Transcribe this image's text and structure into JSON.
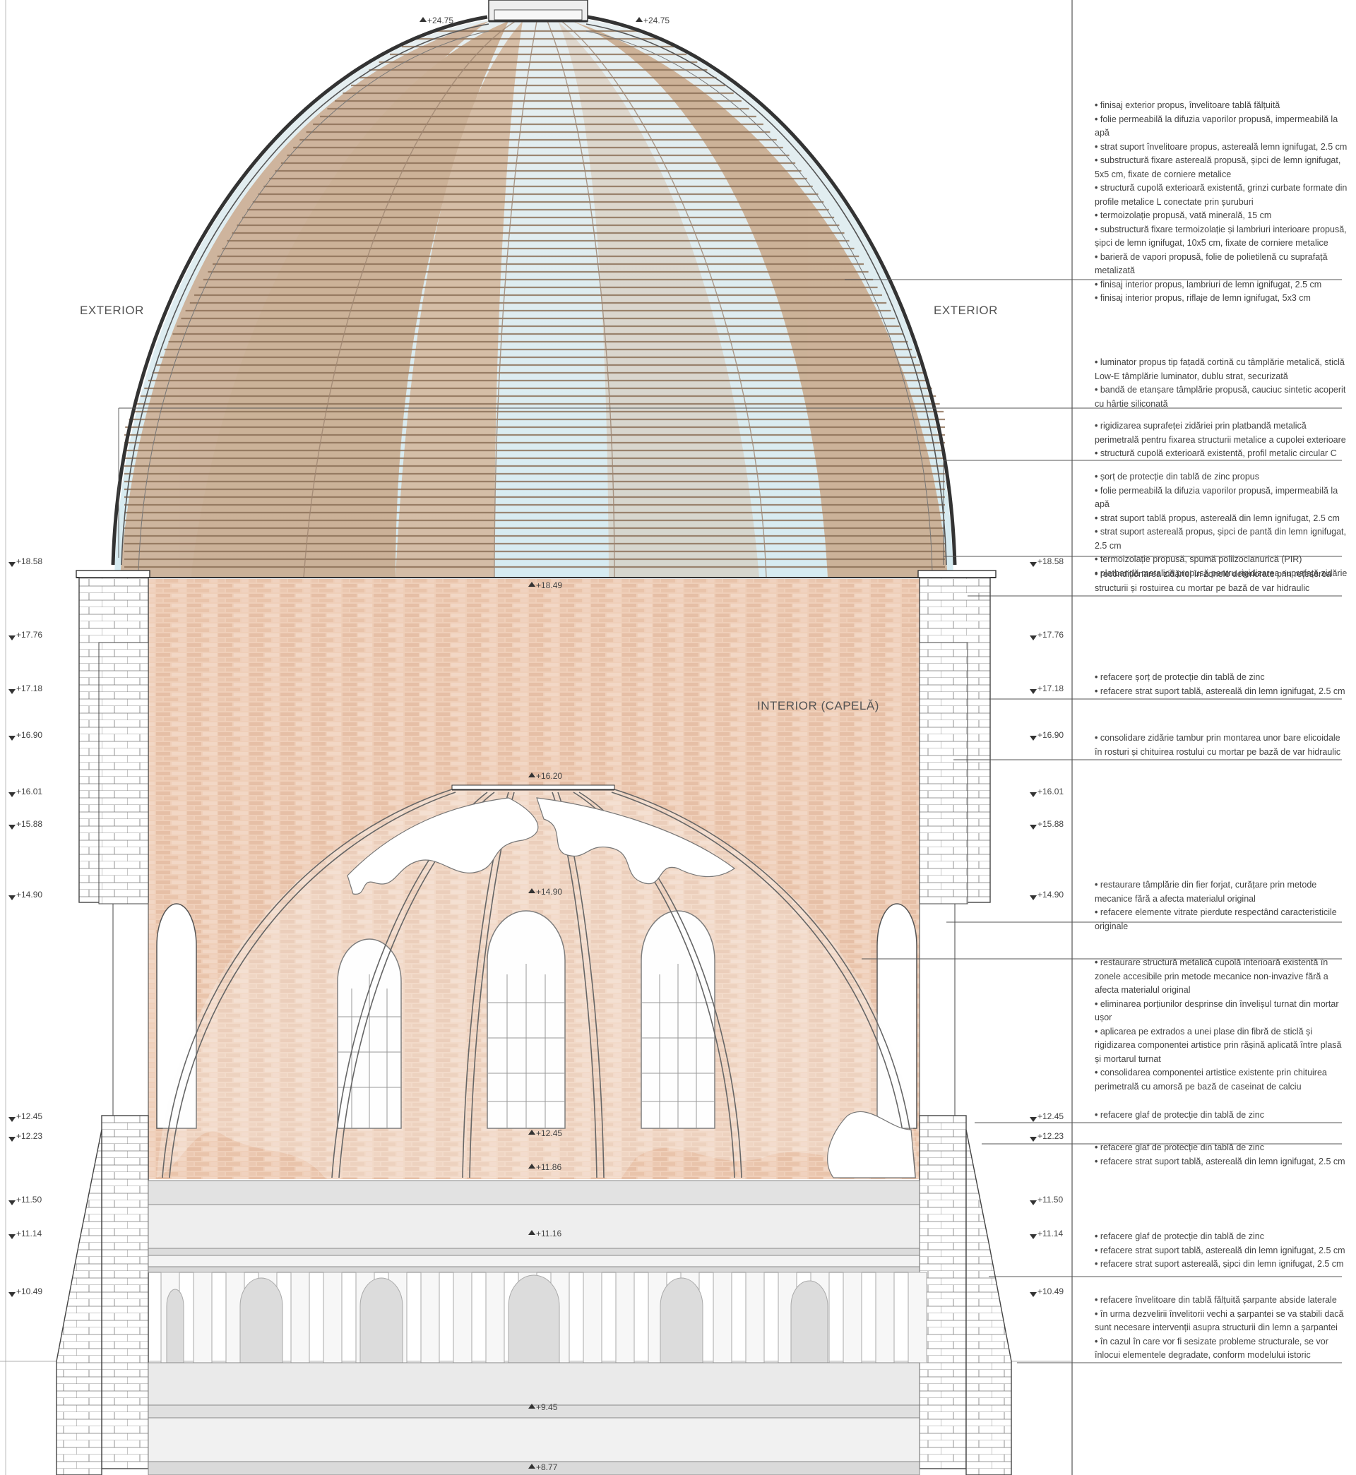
{
  "labels": {
    "exterior_left": "EXTERIOR",
    "exterior_right": "EXTERIOR",
    "interior": "INTERIOR (CAPELĂ)"
  },
  "top_levels": [
    "+24.75",
    "+24.75"
  ],
  "left_levels": [
    "+18.58",
    "+17.76",
    "+17.18",
    "+16.90",
    "+16.01",
    "+15.88",
    "+14.90",
    "+12.45",
    "+12.23",
    "+11.50",
    "+11.14",
    "+10.49"
  ],
  "right_levels": [
    "+18.58",
    "+17.76",
    "+17.18",
    "+16.90",
    "+16.01",
    "+15.88",
    "+14.90",
    "+12.45",
    "+12.23",
    "+11.50",
    "+11.14",
    "+10.49"
  ],
  "center_levels": [
    "+18.49",
    "+16.20",
    "+14.90",
    "+12.45",
    "+11.86",
    "+11.16",
    "+9.45",
    "+8.77"
  ],
  "notes": {
    "g1": [
      "finisaj exterior propus, învelitoare tablă fălțuită",
      "folie permeabilă la difuzia vaporilor propusă, impermeabilă la apă",
      "strat suport învelitoare propus, astereală lemn ignifugat, 2.5 cm",
      "substructură fixare astereală propusă, șipci de lemn ignifugat, 5x5 cm, fixate de corniere metalice",
      "structură cupolă exterioară existentă, grinzi curbate formate din profile metalice L conectate prin șuruburi",
      "termoizolație propusă, vată minerală, 15 cm",
      "substructură fixare termoizolație și lambriuri interioare propusă, șipci de lemn ignifugat, 10x5 cm, fixate de corniere metalice",
      "barieră de vapori propusă, folie de polietilenă cu suprafață metalizată",
      "finisaj interior propus, lambriuri de lemn ignifugat, 2.5 cm",
      "finisaj interior propus, riflaje de lemn ignifugat, 5x3 cm"
    ],
    "g2": [
      "luminator propus tip fațadă cortină cu tâmplărie metalică, sticlă Low-E tâmplărie luminator, dublu strat, securizată",
      "bandă de etanșare tâmplărie propusă, cauciuc sintetic acoperit cu hârtie siliconată"
    ],
    "g3": [
      "rigidizarea suprafeței zidăriei prin platbandă metalică perimetrală pentru fixarea structurii metalice a cupolei exterioare",
      "structură cupolă exterioară existentă, profil metalic circular C"
    ],
    "g4": [
      "șorț de protecție din tablă de zinc propus",
      "folie permeabilă la difuzia vaporilor propusă, impermeabilă la apă",
      "strat suport tablă propus, astereală din lemn ignifugat, 2.5 cm",
      "strat suport astereală propus, șipci de pantă din lemn ignifugat, 2.5 cm",
      "termoizolație propusă, spumă poliizocianurică (PIR)",
      "platbandă metalică propusă pentru rigidizarea suprafață zidărie"
    ],
    "g5": [
      "recondiționarea zidăriei în zonele deteriorate prin rețeserea structurii și rostuirea cu mortar pe bază de var hidraulic"
    ],
    "g6": [
      "refacere șorț de protecție din tablă de zinc",
      "refacere strat suport tablă, astereală din lemn ignifugat, 2.5 cm"
    ],
    "g7": [
      "consolidare zidărie tambur prin montarea unor bare elicoidale în rosturi și chituirea rostului cu mortar pe bază de var hidraulic"
    ],
    "g8": [
      "restaurare tâmplărie din fier forjat, curățare prin metode mecanice fără a afecta materialul original",
      "refacere elemente vitrate pierdute respectând caracteristicile originale"
    ],
    "g9": [
      "restaurare structură metalică cupolă interioară existentă în zonele accesibile prin metode mecanice non-invazive fără a afecta materialul original",
      "eliminarea porțiunilor desprinse din învelișul turnat din mortar ușor",
      "aplicarea pe extrados a unei plase din fibră de sticlă și rigidizarea componentei artistice prin rășină aplicată între plasă și mortarul turnat",
      "consolidarea componentei artistice existente prin chituirea perimetrală cu amorsă pe bază de caseinat de calciu"
    ],
    "g10": [
      "refacere glaf de protecție din tablă de zinc"
    ],
    "g11": [
      "refacere glaf de protecție din tablă de zinc",
      "refacere strat suport tablă, astereală din lemn ignifugat, 2.5 cm"
    ],
    "g12": [
      "refacere glaf de protecție din tablă de zinc",
      "refacere strat suport tablă, astereală din lemn ignifugat, 2.5 cm",
      "refacere strat suport astereală, șipci din lemn ignifugat, 2.5 cm"
    ],
    "g13": [
      "refacere învelitoare din tablă fălțuită șarpante abside laterale",
      "în urma dezvelirii învelitorii vechi a șarpantei se va stabili dacă sunt necesare intervenții asupra structurii din lemn a șarpantei",
      "în cazul în care vor fi sesizate probleme structurale, se vor înlocui elementele degradate, conform modelului istoric"
    ]
  },
  "colors": {
    "brick": "#eeccb6",
    "wood": "#c9a98a",
    "glass": "#dfeef2",
    "line": "#555555"
  }
}
